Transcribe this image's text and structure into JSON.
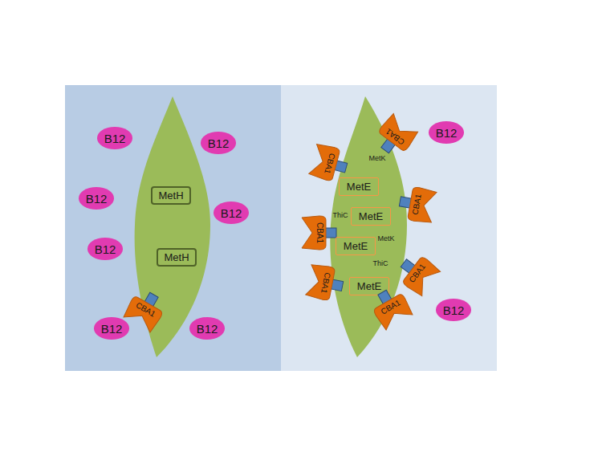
{
  "diagram": {
    "nodes": [
      {
        "text": [
          "B12"
        ]
      },
      {
        "text": [
          "B12"
        ]
      },
      {
        "text": [
          "B12"
        ]
      },
      {
        "text": [
          "MetH"
        ]
      },
      {
        "text": [
          "B12"
        ]
      },
      {
        "text": [
          "B12"
        ]
      },
      {
        "text": [
          "MetH"
        ]
      },
      {
        "text": [
          "CBA1"
        ]
      },
      {
        "text": [
          "B12"
        ]
      },
      {
        "text": [
          "B12"
        ]
      },
      {
        "text": [
          "B12"
        ]
      },
      {
        "text": [
          "CBA1"
        ]
      },
      {
        "text": [
          "CBA1"
        ]
      },
      {
        "text": [
          "MetE"
        ]
      },
      {
        "text": [
          "CBA1"
        ]
      },
      {
        "text": [
          "MetE"
        ]
      },
      {
        "text": [
          "CBA1"
        ]
      },
      {
        "text": [
          "MetE"
        ]
      },
      {
        "text": [
          "CBA1"
        ]
      },
      {
        "text": [
          "CBA1"
        ]
      },
      {
        "text": [
          "MetE"
        ]
      },
      {
        "text": [
          "CBA1"
        ]
      },
      {
        "text": [
          "B12"
        ]
      }
    ],
    "labels": [
      "MetK",
      "ThiC",
      "MetK",
      "ThiC"
    ]
  }
}
